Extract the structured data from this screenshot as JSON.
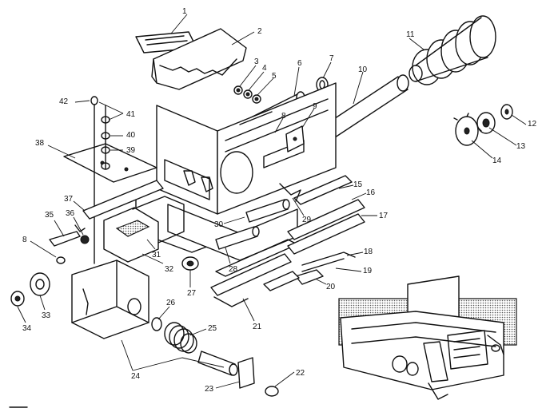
{
  "callouts": [
    "1",
    "2",
    "3",
    "4",
    "5",
    "6",
    "7",
    "8",
    "9",
    "10",
    "11",
    "12",
    "13",
    "14",
    "15",
    "16",
    "17",
    "18",
    "19",
    "20",
    "21",
    "22",
    "23",
    "24",
    "25",
    "26",
    "27",
    "28",
    "29",
    "30",
    "31",
    "32",
    "33",
    "34",
    "35",
    "36",
    "37",
    "38",
    "39",
    "40",
    "41",
    "42"
  ]
}
